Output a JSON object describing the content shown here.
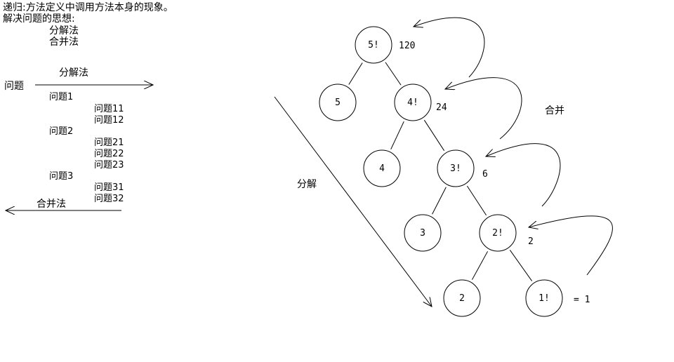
{
  "notes": {
    "definition": "递归:方法定义中调用方法本身的现象。",
    "approach": "解决问题的思想:",
    "method1": "分解法",
    "method2": "合并法"
  },
  "outline": {
    "problem": "问题",
    "decompose_label": "分解法",
    "merge_label": "合并法",
    "items": [
      {
        "label": "问题1",
        "level": 1
      },
      {
        "label": "问题11",
        "level": 2
      },
      {
        "label": "问题12",
        "level": 2
      },
      {
        "label": "问题2",
        "level": 1
      },
      {
        "label": "问题21",
        "level": 2
      },
      {
        "label": "问题22",
        "level": 2
      },
      {
        "label": "问题23",
        "level": 2
      },
      {
        "label": "问题3",
        "level": 1
      },
      {
        "label": "问题31",
        "level": 2
      },
      {
        "label": "问题32",
        "level": 2
      }
    ]
  },
  "tree": {
    "decompose_label": "分解",
    "merge_label": "合并",
    "nodes": [
      {
        "id": "n5f",
        "label": "5!",
        "value": "120"
      },
      {
        "id": "n5",
        "label": "5"
      },
      {
        "id": "n4f",
        "label": "4!",
        "value": "24"
      },
      {
        "id": "n4",
        "label": "4"
      },
      {
        "id": "n3f",
        "label": "3!",
        "value": "6"
      },
      {
        "id": "n3",
        "label": "3"
      },
      {
        "id": "n2f",
        "label": "2!",
        "value": "2"
      },
      {
        "id": "n2",
        "label": "2"
      },
      {
        "id": "n1f",
        "label": "1!",
        "value": "= 1"
      }
    ],
    "edges": [
      [
        "n5f",
        "n5"
      ],
      [
        "n5f",
        "n4f"
      ],
      [
        "n4f",
        "n4"
      ],
      [
        "n4f",
        "n3f"
      ],
      [
        "n3f",
        "n3"
      ],
      [
        "n3f",
        "n2f"
      ],
      [
        "n2f",
        "n2"
      ],
      [
        "n2f",
        "n1f"
      ]
    ]
  }
}
